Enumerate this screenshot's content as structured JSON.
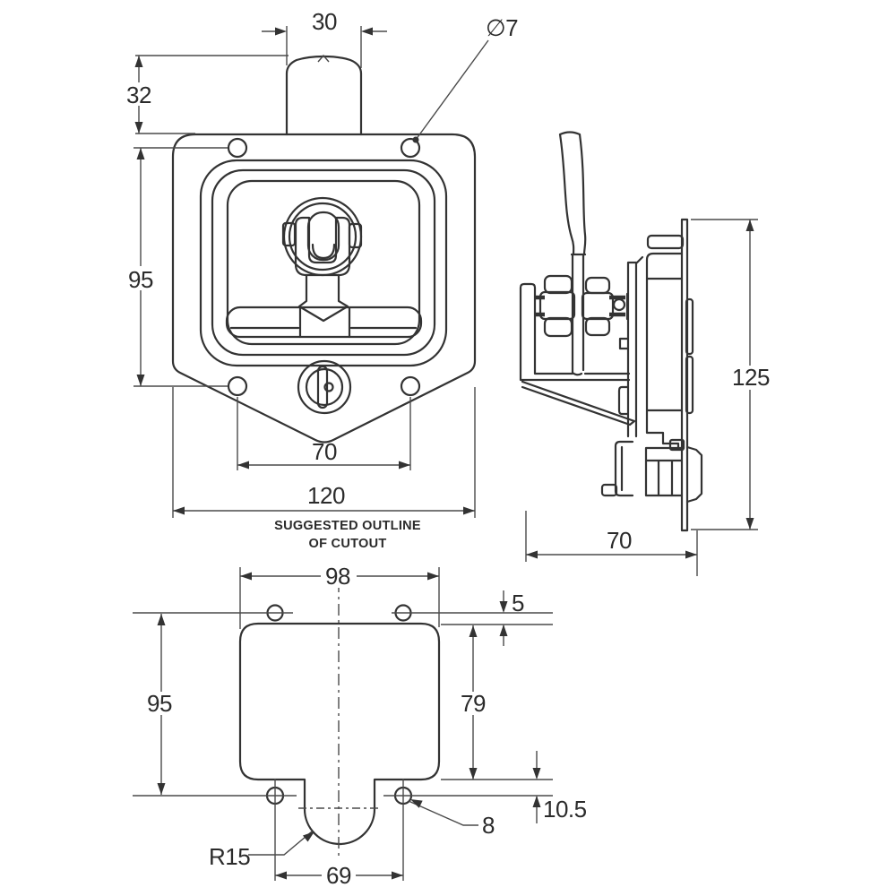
{
  "front_view": {
    "dims": {
      "handle_width": "30",
      "handle_height": "32",
      "vertical_hole_span": "95",
      "hole_diameter": "∅7",
      "horizontal_hole_span": "70",
      "overall_width": "120"
    },
    "caption_line1": "SUGGESTED OUTLINE",
    "caption_line2": "OF CUTOUT"
  },
  "side_view": {
    "dims": {
      "overall_height": "125",
      "overall_depth": "70"
    }
  },
  "cutout_view": {
    "dims": {
      "top_width": "98",
      "hole_edge_offset": "5",
      "vertical_hole_span": "95",
      "cutout_height": "79",
      "bottom_edge_offset": "10.5",
      "hole_diameter": "8",
      "notch_radius": "R15",
      "bottom_hole_span": "69"
    }
  },
  "colors": {
    "line": "#333333",
    "dim_line": "#4a4a4a",
    "text": "#2b2b2b",
    "background": "#ffffff"
  }
}
